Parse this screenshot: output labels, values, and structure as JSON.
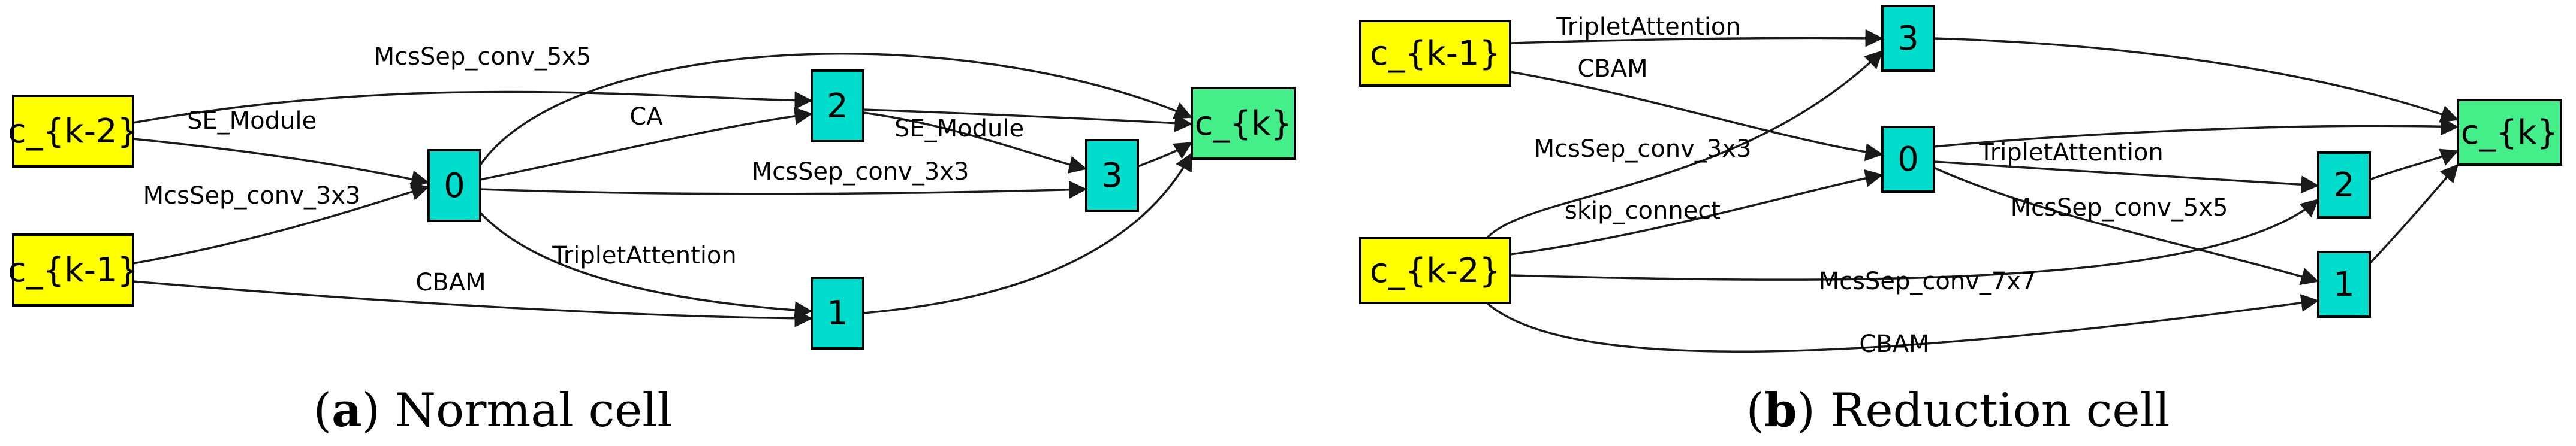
{
  "colors": {
    "input_node": "#ffff00",
    "intermediate_node": "#00ddcc",
    "output_node": "#44ee88",
    "edge": "#1a1a1a"
  },
  "panels": [
    {
      "caption_letter": "a",
      "caption_text": "Normal cell",
      "nodes": [
        {
          "id": "k2",
          "label": "c_{k-2}",
          "kind": "input_node"
        },
        {
          "id": "k1",
          "label": "c_{k-1}",
          "kind": "input_node"
        },
        {
          "id": "n0",
          "label": "0",
          "kind": "intermediate_node"
        },
        {
          "id": "n2",
          "label": "2",
          "kind": "intermediate_node"
        },
        {
          "id": "n3",
          "label": "3",
          "kind": "intermediate_node"
        },
        {
          "id": "n1",
          "label": "1",
          "kind": "intermediate_node"
        },
        {
          "id": "ck",
          "label": "c_{k}",
          "kind": "output_node"
        }
      ],
      "edges": [
        {
          "from": "k2",
          "to": "n2",
          "label": "McsSep_conv_5x5"
        },
        {
          "from": "k2",
          "to": "n0",
          "label": "SE_Module"
        },
        {
          "from": "k1",
          "to": "n0",
          "label": "McsSep_conv_3x3"
        },
        {
          "from": "k1",
          "to": "n1",
          "label": "CBAM"
        },
        {
          "from": "n0",
          "to": "n2",
          "label": "CA"
        },
        {
          "from": "n0",
          "to": "n3",
          "label": "McsSep_conv_3x3"
        },
        {
          "from": "n0",
          "to": "n1",
          "label": "TripletAttention"
        },
        {
          "from": "n0",
          "to": "ck",
          "label": ""
        },
        {
          "from": "n2",
          "to": "n3",
          "label": "SE_Module"
        },
        {
          "from": "n2",
          "to": "ck",
          "label": ""
        },
        {
          "from": "n3",
          "to": "ck",
          "label": ""
        },
        {
          "from": "n1",
          "to": "ck",
          "label": ""
        }
      ]
    },
    {
      "caption_letter": "b",
      "caption_text": "Reduction cell",
      "nodes": [
        {
          "id": "k1",
          "label": "c_{k-1}",
          "kind": "input_node"
        },
        {
          "id": "k2",
          "label": "c_{k-2}",
          "kind": "input_node"
        },
        {
          "id": "n3",
          "label": "3",
          "kind": "intermediate_node"
        },
        {
          "id": "n0",
          "label": "0",
          "kind": "intermediate_node"
        },
        {
          "id": "n2",
          "label": "2",
          "kind": "intermediate_node"
        },
        {
          "id": "n1",
          "label": "1",
          "kind": "intermediate_node"
        },
        {
          "id": "ck",
          "label": "c_{k}",
          "kind": "output_node"
        }
      ],
      "edges": [
        {
          "from": "k1",
          "to": "n3",
          "label": "TripletAttention"
        },
        {
          "from": "k1",
          "to": "n0",
          "label": "CBAM"
        },
        {
          "from": "k2",
          "to": "n3",
          "label": "McsSep_conv_3x3"
        },
        {
          "from": "k2",
          "to": "n0",
          "label": "skip_connect"
        },
        {
          "from": "k2",
          "to": "n2",
          "label": "McsSep_conv_7x7"
        },
        {
          "from": "k2",
          "to": "n1",
          "label": "CBAM"
        },
        {
          "from": "n0",
          "to": "n2",
          "label": "TripletAttention"
        },
        {
          "from": "n0",
          "to": "n1",
          "label": "McsSep_conv_5x5"
        },
        {
          "from": "n0",
          "to": "ck",
          "label": ""
        },
        {
          "from": "n3",
          "to": "ck",
          "label": ""
        },
        {
          "from": "n2",
          "to": "ck",
          "label": ""
        },
        {
          "from": "n1",
          "to": "ck",
          "label": ""
        }
      ]
    }
  ]
}
